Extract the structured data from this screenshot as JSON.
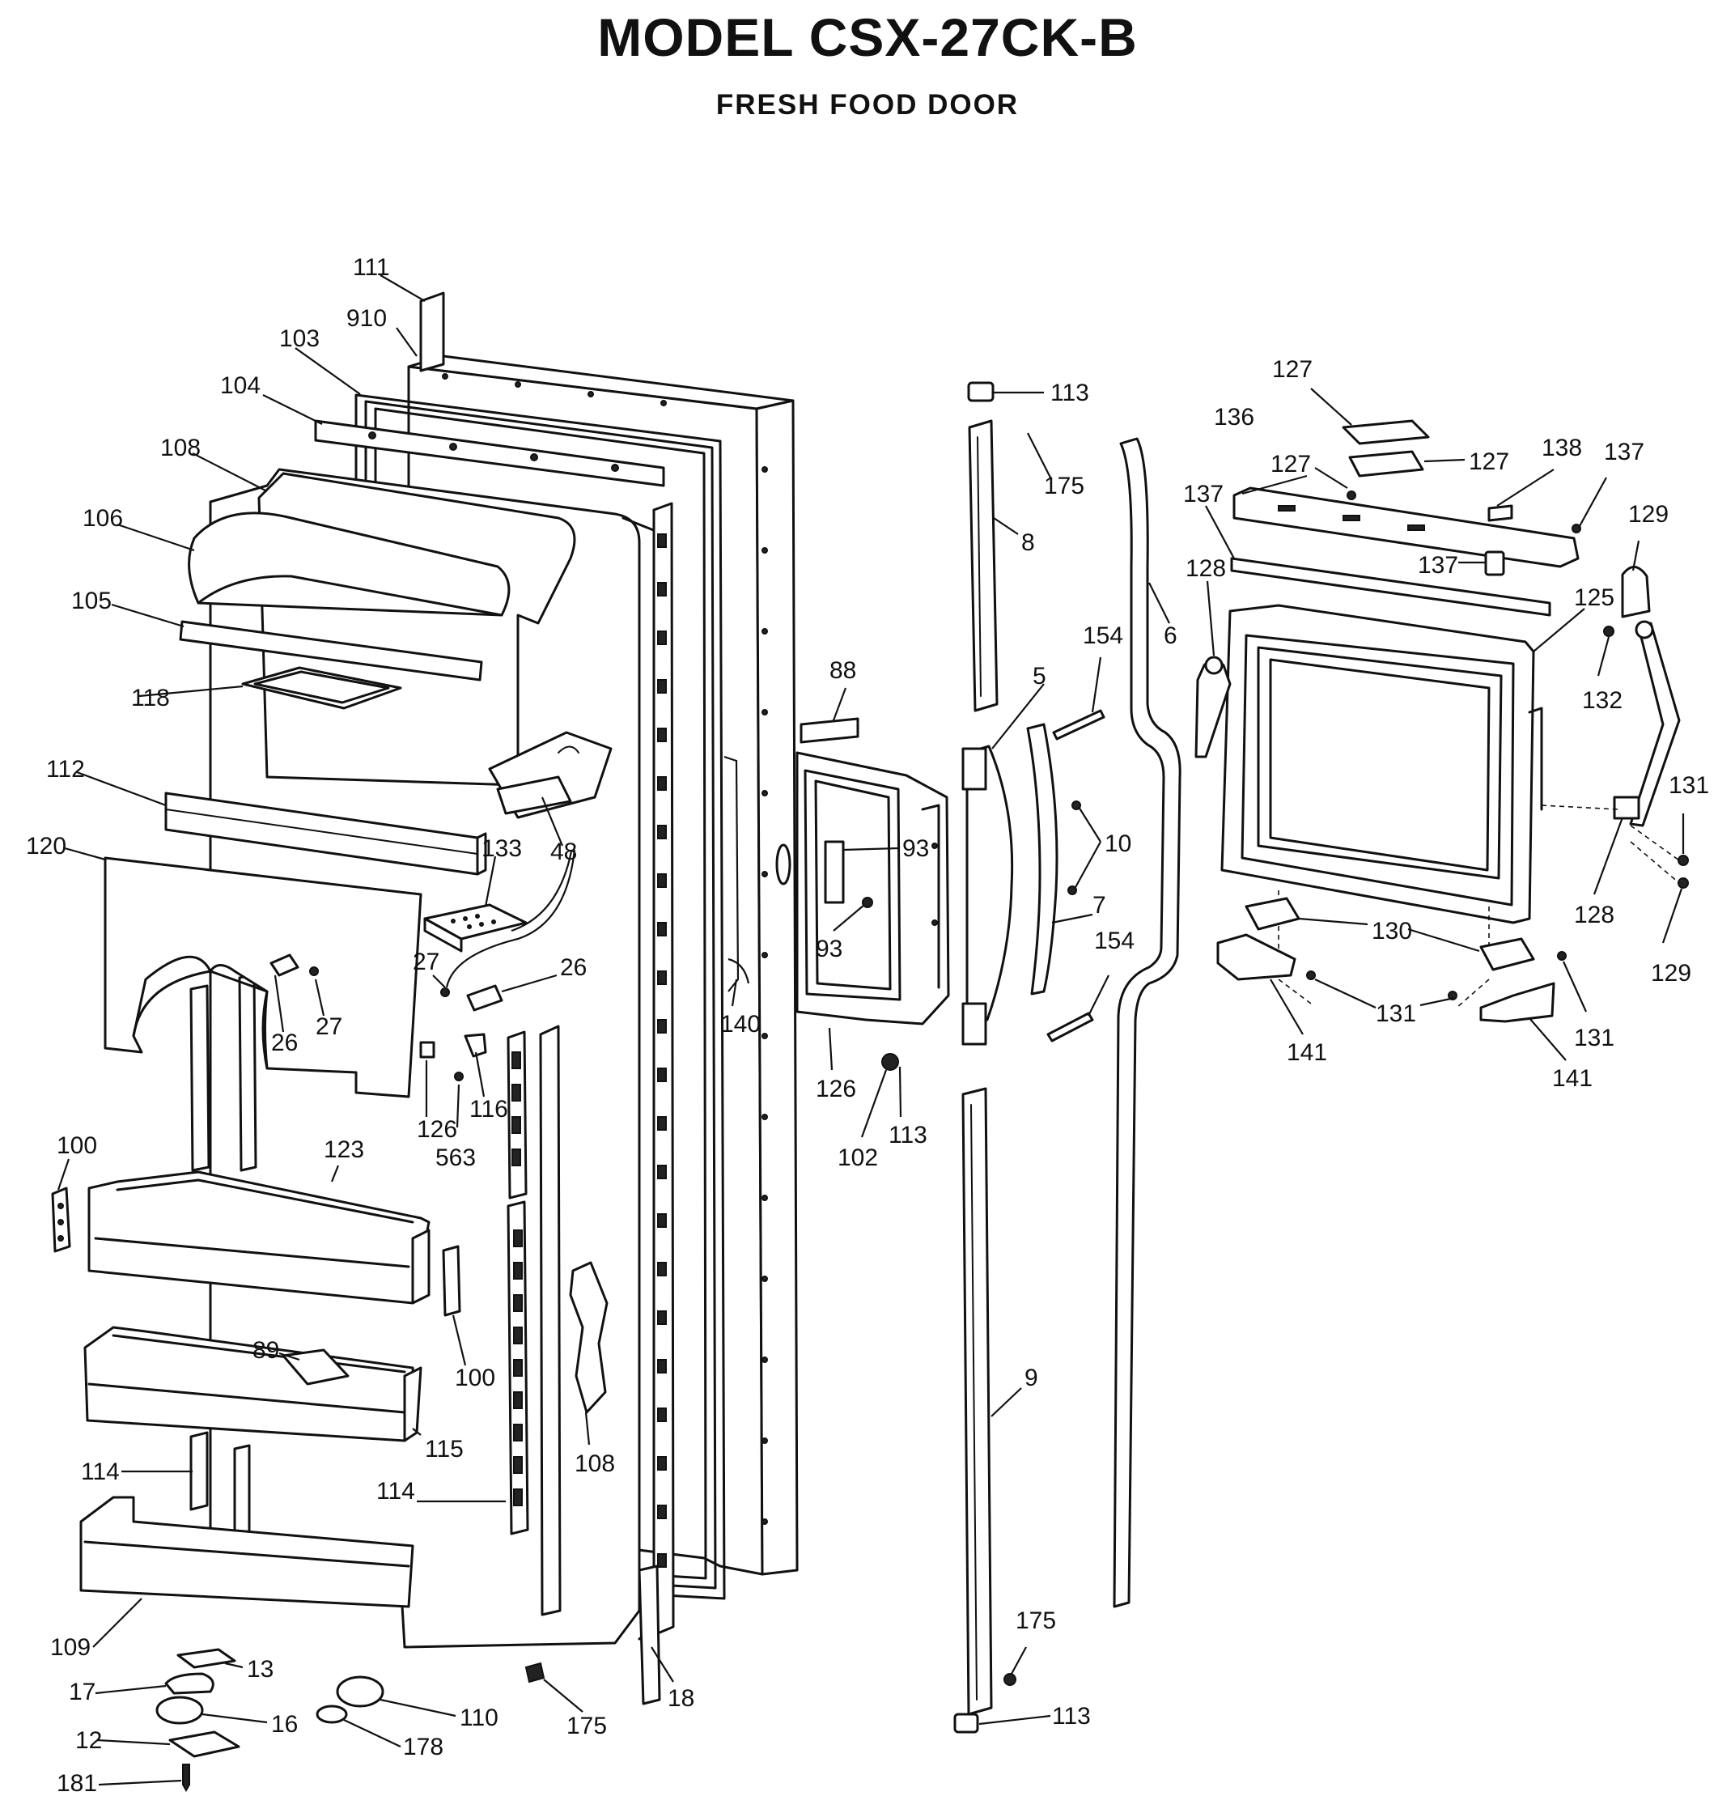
{
  "title": "MODEL CSX-27CK-B",
  "subtitle": "FRESH FOOD DOOR",
  "callouts": [
    {
      "id": "111",
      "text": "111"
    },
    {
      "id": "910",
      "text": "910"
    },
    {
      "id": "103",
      "text": "103"
    },
    {
      "id": "104",
      "text": "104"
    },
    {
      "id": "108a",
      "text": "108"
    },
    {
      "id": "106",
      "text": "106"
    },
    {
      "id": "105",
      "text": "105"
    },
    {
      "id": "118",
      "text": "118"
    },
    {
      "id": "112",
      "text": "112"
    },
    {
      "id": "120",
      "text": "120"
    },
    {
      "id": "48",
      "text": "48"
    },
    {
      "id": "133",
      "text": "133"
    },
    {
      "id": "27a",
      "text": "27"
    },
    {
      "id": "26a",
      "text": "26"
    },
    {
      "id": "26b",
      "text": "26"
    },
    {
      "id": "27b",
      "text": "27"
    },
    {
      "id": "126a",
      "text": "126"
    },
    {
      "id": "116",
      "text": "116"
    },
    {
      "id": "563",
      "text": "563"
    },
    {
      "id": "100a",
      "text": "100"
    },
    {
      "id": "123",
      "text": "123"
    },
    {
      "id": "100b",
      "text": "100"
    },
    {
      "id": "89",
      "text": "89"
    },
    {
      "id": "115",
      "text": "115"
    },
    {
      "id": "114a",
      "text": "114"
    },
    {
      "id": "114b",
      "text": "114"
    },
    {
      "id": "108b",
      "text": "108"
    },
    {
      "id": "109",
      "text": "109"
    },
    {
      "id": "13",
      "text": "13"
    },
    {
      "id": "17",
      "text": "17"
    },
    {
      "id": "16",
      "text": "16"
    },
    {
      "id": "12",
      "text": "12"
    },
    {
      "id": "181",
      "text": "181"
    },
    {
      "id": "110",
      "text": "110"
    },
    {
      "id": "178",
      "text": "178"
    },
    {
      "id": "175a",
      "text": "175"
    },
    {
      "id": "18",
      "text": "18"
    },
    {
      "id": "88",
      "text": "88"
    },
    {
      "id": "93a",
      "text": "93"
    },
    {
      "id": "93b",
      "text": "93"
    },
    {
      "id": "140",
      "text": "140"
    },
    {
      "id": "126b",
      "text": "126"
    },
    {
      "id": "102",
      "text": "102"
    },
    {
      "id": "113a",
      "text": "113"
    },
    {
      "id": "113b",
      "text": "113"
    },
    {
      "id": "175b",
      "text": "175"
    },
    {
      "id": "8",
      "text": "8"
    },
    {
      "id": "5",
      "text": "5"
    },
    {
      "id": "154a",
      "text": "154"
    },
    {
      "id": "10",
      "text": "10"
    },
    {
      "id": "7",
      "text": "7"
    },
    {
      "id": "154b",
      "text": "154"
    },
    {
      "id": "6",
      "text": "6"
    },
    {
      "id": "9",
      "text": "9"
    },
    {
      "id": "175c",
      "text": "175"
    },
    {
      "id": "113c",
      "text": "113"
    },
    {
      "id": "127a",
      "text": "127"
    },
    {
      "id": "136",
      "text": "136"
    },
    {
      "id": "127b",
      "text": "127"
    },
    {
      "id": "127c",
      "text": "127"
    },
    {
      "id": "138",
      "text": "138"
    },
    {
      "id": "137a",
      "text": "137"
    },
    {
      "id": "137b",
      "text": "137"
    },
    {
      "id": "137c",
      "text": "137"
    },
    {
      "id": "129a",
      "text": "129"
    },
    {
      "id": "128a",
      "text": "128"
    },
    {
      "id": "125",
      "text": "125"
    },
    {
      "id": "132",
      "text": "132"
    },
    {
      "id": "131a",
      "text": "131"
    },
    {
      "id": "128b",
      "text": "128"
    },
    {
      "id": "129b",
      "text": "129"
    },
    {
      "id": "130",
      "text": "130"
    },
    {
      "id": "131b",
      "text": "131"
    },
    {
      "id": "131c",
      "text": "131"
    },
    {
      "id": "141a",
      "text": "141"
    },
    {
      "id": "141b",
      "text": "141"
    }
  ]
}
